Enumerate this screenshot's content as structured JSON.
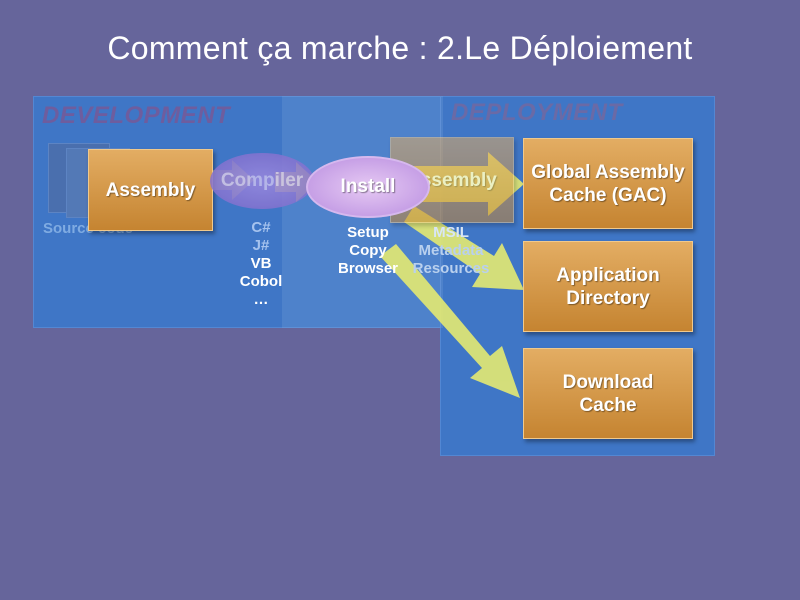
{
  "title": "Comment ça marche : 2.Le Déploiement",
  "sections": {
    "development": "DEVELOPMENT",
    "deployment": "DEPLOYMENT"
  },
  "development": {
    "source_code_label": "Source code",
    "assembly_label": "Assembly",
    "compiler_label": "Compiler",
    "languages": [
      "C#",
      "J#",
      "VB",
      "Cobol",
      "…"
    ]
  },
  "install": {
    "label": "Install",
    "methods": [
      "Setup",
      "Copy",
      "Browser"
    ]
  },
  "deployed_assembly": {
    "label": "Assembly",
    "contents": [
      "MSIL",
      "Metadata",
      "Resources"
    ]
  },
  "targets": {
    "gac": "Global Assembly Cache (GAC)",
    "app_dir": "Application Directory",
    "download_cache": "Download Cache"
  },
  "colors": {
    "background": "#66659b",
    "panel": "#3f76c6",
    "box": "#d89b4c",
    "arrow": "#e6ec7a"
  }
}
